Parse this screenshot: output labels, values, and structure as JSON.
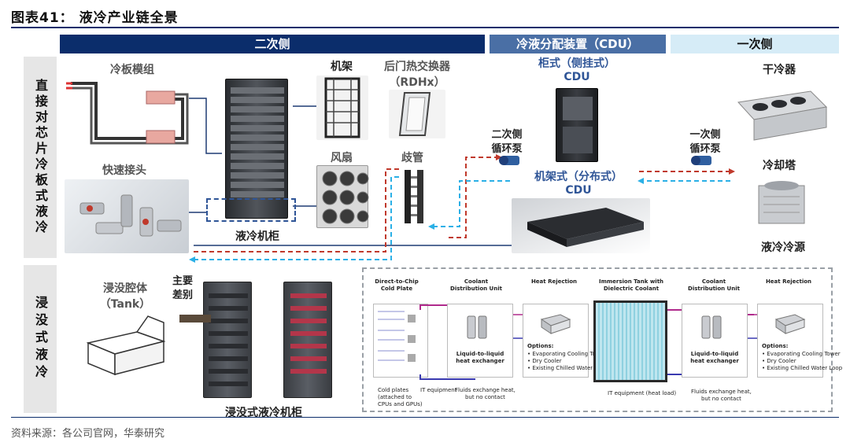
{
  "title": "图表41： 液冷产业链全景",
  "source": "资料来源：各公司官网，华泰研究",
  "sections": {
    "secondary": "二次侧",
    "cdu": "冷液分配装置（CDU）",
    "primary": "一次侧"
  },
  "side_labels": {
    "direct": "直接对芯片冷板式液冷",
    "immersion": "浸没式液冷"
  },
  "labels": {
    "cold_plate_module": "冷板模组",
    "quick_connector": "快速接头",
    "rack_cabinet": "机架",
    "rdhx_line1": "后门热交换器",
    "rdhx_line2": "（RDHx）",
    "fan": "风扇",
    "manifold": "歧管",
    "liquid_cabinet": "液冷机柜",
    "cabinet_cdu_line1": "柜式（侧挂式）",
    "cabinet_cdu_line2": "CDU",
    "rack_cdu_line1": "机架式（分布式）",
    "rack_cdu_line2": "CDU",
    "secondary_pump_line1": "二次侧",
    "secondary_pump_line2": "循环泵",
    "primary_pump_line1": "一次侧",
    "primary_pump_line2": "循环泵",
    "dry_cooler": "干冷器",
    "cooling_tower": "冷却塔",
    "chiller": "液冷冷源",
    "tank_line1": "浸没腔体",
    "tank_line2": "（Tank）",
    "main_diff_line1": "主要",
    "main_diff_line2": "差别",
    "immersion_cabinet": "浸没式液冷机柜"
  },
  "schematic": {
    "left": {
      "col1_title": "Direct-to-Chip\nCold Plate",
      "col2_title": "Coolant\nDistribution Unit",
      "col3_title": "Heat Rejection",
      "hx_label": "Liquid-to-liquid\nheat exchanger",
      "options_title": "Options:",
      "options": [
        "• Evaporating Cooling Tower",
        "• Dry Cooler",
        "• Existing Chilled Water Loop"
      ],
      "note_cold_plates": "Cold plates\n(attached to\nCPUs and GPUs)",
      "note_it": "IT equipment",
      "note_fluids": "Fluids exchange heat,\nbut no contact"
    },
    "right": {
      "col1_title": "Immersion Tank with\nDielectric Coolant",
      "col2_title": "Coolant\nDistribution Unit",
      "col3_title": "Heat Rejection",
      "hx_label": "Liquid-to-liquid\nheat exchanger",
      "options_title": "Options:",
      "options": [
        "• Evaporating Cooling Tower",
        "• Dry Cooler",
        "• Existing Chilled Water Loop"
      ],
      "note_it": "IT equipment (heat load)",
      "note_fluids": "Fluids exchange heat,\nbut no contact"
    }
  },
  "colors": {
    "band_dark": "#0b2d6b",
    "band_mid": "#4a6fa5",
    "band_light": "#d6ecf7",
    "hot": "#c0392b",
    "cold": "#2bb0e6"
  }
}
